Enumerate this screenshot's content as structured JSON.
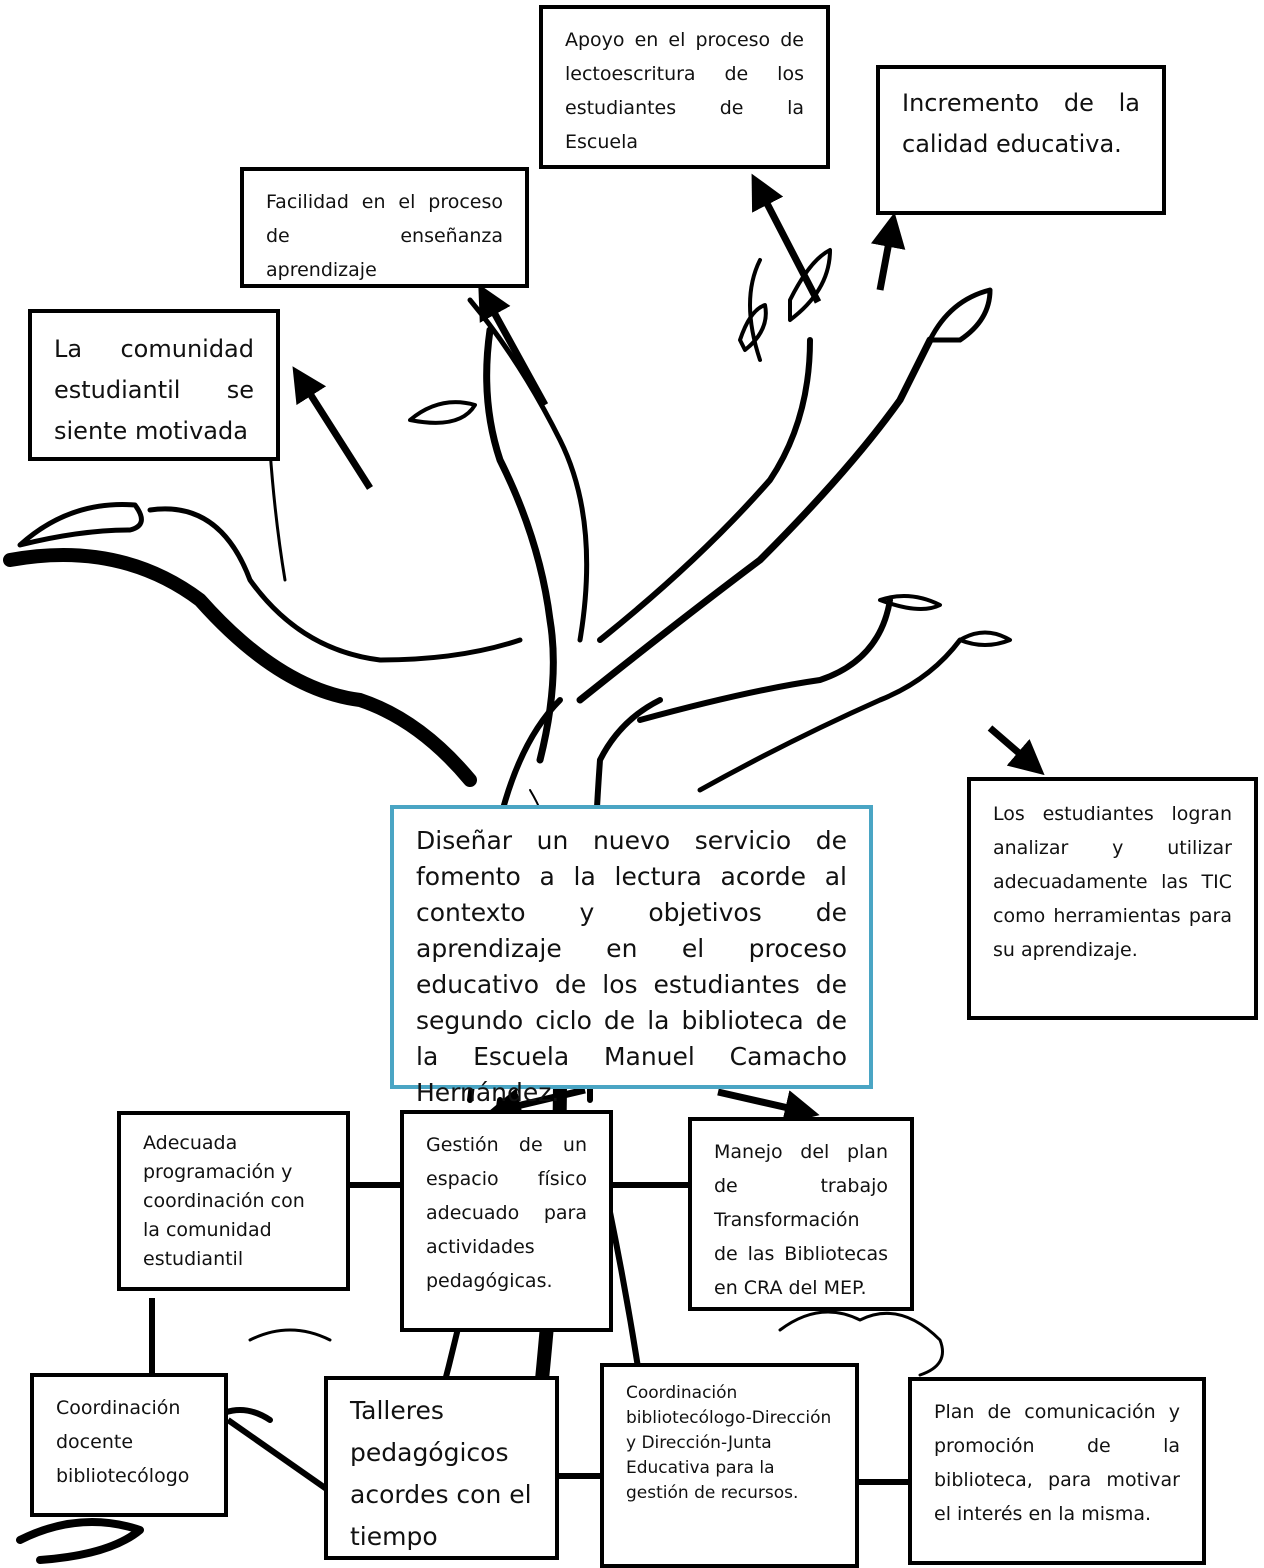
{
  "effects": {
    "motivada": "La comunidad estudiantil se siente motivada",
    "facilidad": "Facilidad en el proceso de enseñanza aprendizaje",
    "apoyo": "Apoyo en el proceso de lectoescritura de los estudiantes de la Escuela",
    "incremento": "Incremento de la calidad educativa.",
    "tic": "Los estudiantes logran analizar y utilizar adecuadamente las TIC como herramientas para su aprendizaje."
  },
  "objective": "Diseñar un nuevo servicio de fomento a la lectura acorde al contexto y objetivos de aprendizaje en el proceso educativo de los estudiantes de segundo ciclo de la biblioteca de la Escuela Manuel Camacho Hernández.",
  "means": {
    "programacion": "Adecuada programación y coordinación con la comunidad estudiantil",
    "gestion_espacio": "Gestión de un espacio físico adecuado para actividades pedagógicas.",
    "manejo_plan": "Manejo del plan de trabajo Transformación de las Bibliotecas en CRA del MEP.",
    "coordinacion_docente": "Coordinación docente bibliotecólogo",
    "talleres": "Talleres pedagógicos acordes con el tiempo",
    "coordinacion_direccion": "Coordinación bibliotecólogo-Dirección y Dirección-Junta Educativa para la gestión de recursos.",
    "plan_comunicacion": "Plan de comunicación y promoción de la biblioteca, para motivar el interés en la misma."
  },
  "colors": {
    "objective_border": "#4aa5c4",
    "box_border": "#000000",
    "tree_stroke": "#000000"
  }
}
